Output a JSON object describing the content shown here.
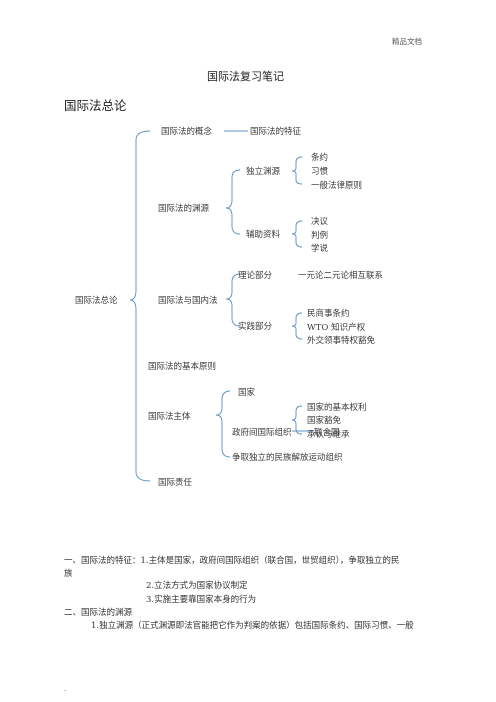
{
  "header": {
    "label": "精品文档"
  },
  "doc": {
    "title": "国际法复习笔记",
    "section": "国际法总论"
  },
  "mindmap": {
    "root": "国际法总论",
    "concept": "国际法的概念",
    "feature": "国际法的特征",
    "sources": {
      "label": "国际法的渊源",
      "independent": {
        "label": "独立渊源",
        "items": [
          "条约",
          "习惯",
          "一般法律原则"
        ]
      },
      "auxiliary": {
        "label": "辅助资料",
        "items": [
          "决议",
          "判例",
          "学说"
        ]
      }
    },
    "domestic": {
      "label": "国际法与国内法",
      "theory": {
        "label": "理论部分",
        "note": "一元论二元论相互联系"
      },
      "practice": {
        "label": "实践部分",
        "items": [
          "民商事条约",
          "WTO 知识产权",
          "外交领事特权豁免"
        ]
      }
    },
    "principles": "国际法的基本原则",
    "subjects": {
      "label": "国际法主体",
      "state": {
        "label": "国家",
        "items": [
          "国家的基本权利",
          "国家豁免",
          "承认与继承"
        ]
      },
      "igo": {
        "label": "政府间国际组织",
        "example": "联合国"
      },
      "liberation": "争取独立的民族解放运动组织"
    },
    "responsibility": "国际责任"
  },
  "text": {
    "p1_line1": "一、国际法的特征：1.主体是国家，政府间国际组织（联合国，世贸组织），争取独立的民",
    "p1_line2": "族",
    "p1_line3": "2.立法方式为国家协议制定",
    "p1_line4": "3.实施主要靠国家本身的行为",
    "p2_head": "二、国际法的渊源",
    "p2_line1": "1.独立渊源（正式渊源即法官能把它作为判案的依据）包括国际条约、国际习惯、一般"
  },
  "footer": {
    "mark": "."
  }
}
